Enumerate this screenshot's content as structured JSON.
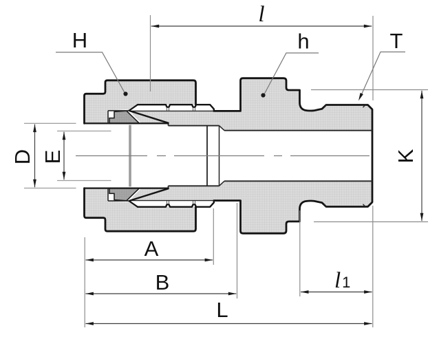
{
  "drawing": {
    "type": "technical-dimension-drawing",
    "subject": "Compression tube fitting male connector cross-section",
    "labels": {
      "l": "l",
      "H": "H",
      "h": "h",
      "T": "T",
      "K": "K",
      "D": "D",
      "E": "E",
      "A": "A",
      "B": "B",
      "L": "L",
      "l1_main": "l",
      "l1_sub": "1"
    },
    "dimension_names": [
      "l",
      "H",
      "h",
      "T",
      "K",
      "D",
      "E",
      "A",
      "B",
      "L",
      "l1"
    ],
    "colors": {
      "background": "#ffffff",
      "outline": "#141414",
      "section_fill": "#dbdbdb",
      "section_grid": "#c6c6c6",
      "ferrule_fill": "#a6a6a6",
      "ferrule_grid": "#959595",
      "dimension_line": "#3f3f3f",
      "extension_line": "#8c8c8c",
      "extension_line_light": "#9d9d9d",
      "leader_line": "#777777",
      "centerline": "#7d7d7d",
      "arrow": "#1a1a1a",
      "label_text": "#0f0f0f"
    }
  }
}
